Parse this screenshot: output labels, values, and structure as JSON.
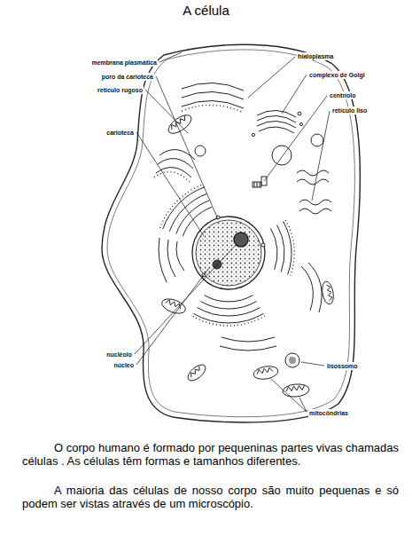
{
  "diagram": {
    "title": "A célula",
    "caption": "O corpo humano é formado por pequeninas partes vivas chamadas células . As células têm formas e tamanhos diferentes.",
    "labels": [
      "membrana plasmática",
      "poro da carioteca",
      "retículo rugoso",
      "carioteca",
      "hialoplasma",
      "complexo de Golgi",
      "centríolo",
      "retículo liso",
      "nucléolo",
      "núcleo",
      "lisossomo",
      "mitocôndrias",
      "A maioria das células de nosso corpo são muito pequenas e só podem ser vistas através de um microscópio."
    ]
  }
}
